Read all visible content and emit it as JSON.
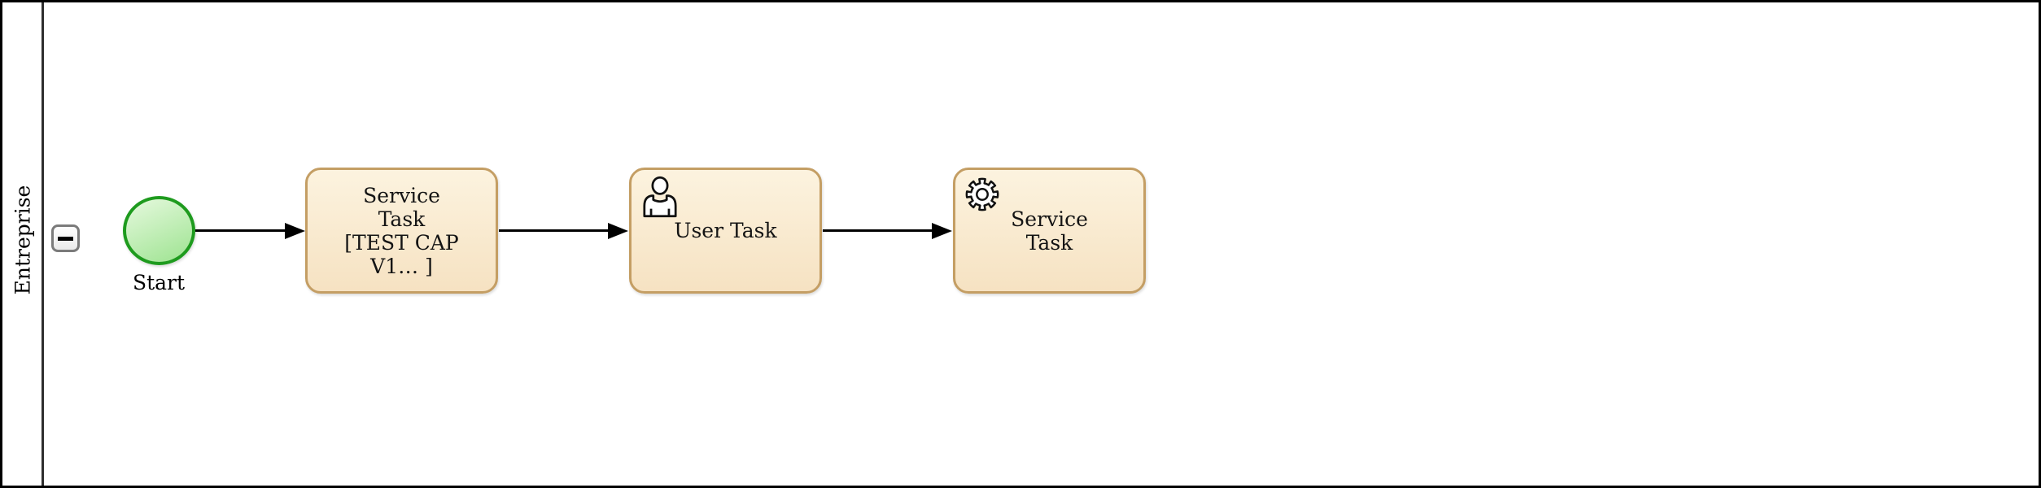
{
  "pool": {
    "label": "Entreprise"
  },
  "collapse_button": {
    "symbol": "−"
  },
  "nodes": {
    "start_event": {
      "type": "startEvent",
      "label": "Start"
    },
    "service_task_1": {
      "type": "serviceTask",
      "line1": "Service",
      "line2": "Task",
      "line3": "[TEST CAP",
      "line4": "V1… ]"
    },
    "user_task": {
      "type": "userTask",
      "label": "User Task",
      "icon": "user-icon"
    },
    "service_task_2": {
      "type": "serviceTask",
      "line1": "Service",
      "line2": "Task",
      "icon": "gear-icon"
    }
  },
  "connections": [
    {
      "from": "start_event",
      "to": "service_task_1"
    },
    {
      "from": "service_task_1",
      "to": "user_task"
    },
    {
      "from": "user_task",
      "to": "service_task_2"
    }
  ],
  "colors": {
    "task_border": "#c49e64",
    "task_fill_top": "#fcf3df",
    "task_fill_bottom": "#f6e2c2",
    "event_border": "#1e9b1e",
    "event_fill_top": "#e6f9de",
    "event_fill_bottom": "#9de390",
    "flow": "#000000",
    "pool_border": "#000000"
  }
}
